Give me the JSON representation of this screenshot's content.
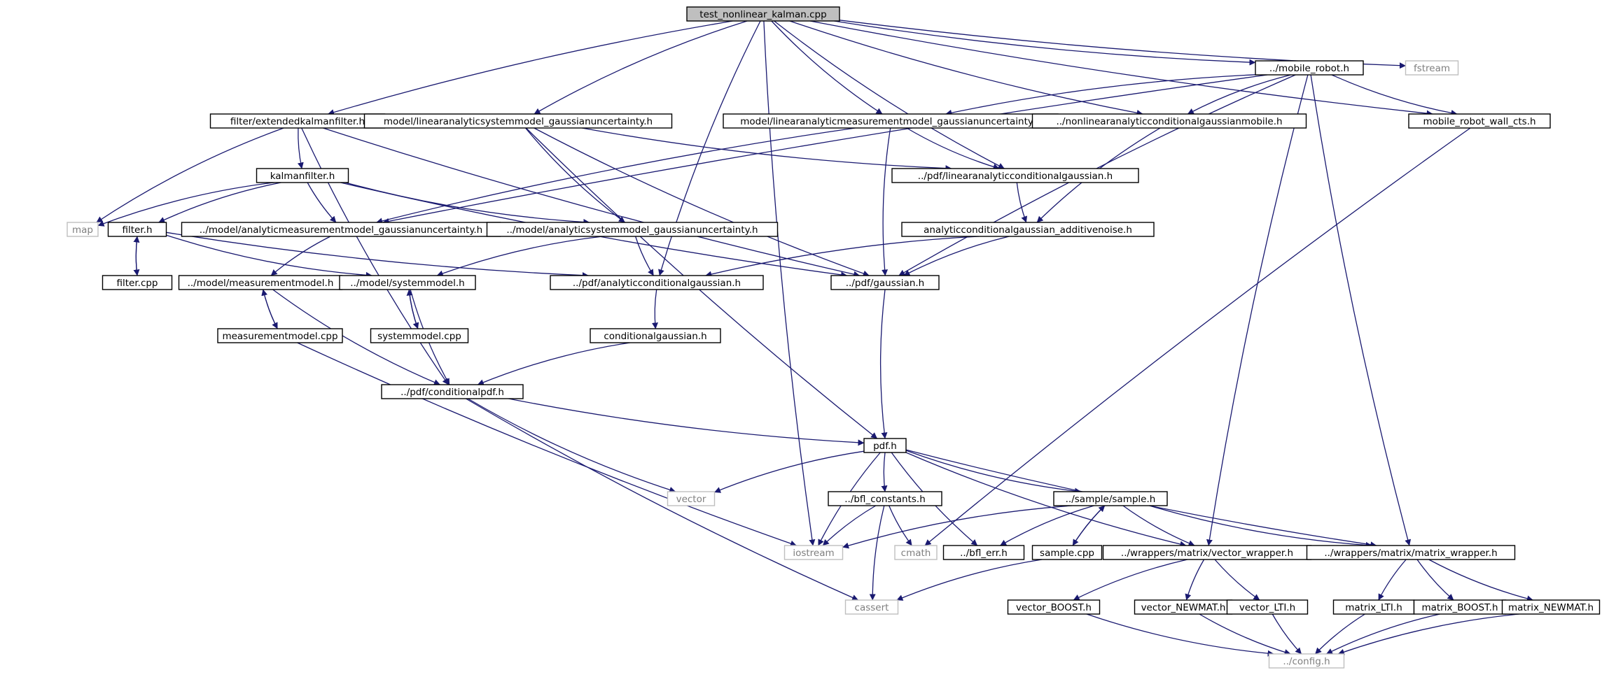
{
  "nodes": [
    {
      "id": "test_nonlinear_kalman.cpp",
      "root": true
    },
    {
      "id": "../mobile_robot.h"
    },
    {
      "id": "fstream",
      "ext": true
    },
    {
      "id": "filter/extendedkalmanfilter.h"
    },
    {
      "id": "model/linearanalyticsystemmodel_gaussianuncertainty.h"
    },
    {
      "id": "model/linearanalyticmeasurementmodel_gaussianuncertainty.h"
    },
    {
      "id": "../nonlinearanalyticconditionalgaussianmobile.h"
    },
    {
      "id": "mobile_robot_wall_cts.h"
    },
    {
      "id": "kalmanfilter.h"
    },
    {
      "id": "../pdf/linearanalyticconditionalgaussian.h"
    },
    {
      "id": "map",
      "ext": true
    },
    {
      "id": "filter.h"
    },
    {
      "id": "../model/analyticmeasurementmodel_gaussianuncertainty.h"
    },
    {
      "id": "../model/analyticsystemmodel_gaussianuncertainty.h"
    },
    {
      "id": "analyticconditionalgaussian_additivenoise.h"
    },
    {
      "id": "filter.cpp"
    },
    {
      "id": "../model/measurementmodel.h"
    },
    {
      "id": "../model/systemmodel.h"
    },
    {
      "id": "../pdf/analyticconditionalgaussian.h"
    },
    {
      "id": "../pdf/gaussian.h"
    },
    {
      "id": "measurementmodel.cpp"
    },
    {
      "id": "systemmodel.cpp"
    },
    {
      "id": "conditionalgaussian.h"
    },
    {
      "id": "../pdf/conditionalpdf.h"
    },
    {
      "id": "pdf.h"
    },
    {
      "id": "vector",
      "ext": true
    },
    {
      "id": "../bfl_constants.h"
    },
    {
      "id": "../sample/sample.h"
    },
    {
      "id": "iostream",
      "ext": true
    },
    {
      "id": "cmath",
      "ext": true
    },
    {
      "id": "../bfl_err.h"
    },
    {
      "id": "sample.cpp"
    },
    {
      "id": "../wrappers/matrix/vector_wrapper.h"
    },
    {
      "id": "../wrappers/matrix/matrix_wrapper.h"
    },
    {
      "id": "cassert",
      "ext": true
    },
    {
      "id": "vector_BOOST.h"
    },
    {
      "id": "vector_NEWMAT.h"
    },
    {
      "id": "vector_LTI.h"
    },
    {
      "id": "matrix_LTI.h"
    },
    {
      "id": "matrix_BOOST.h"
    },
    {
      "id": "matrix_NEWMAT.h"
    },
    {
      "id": "../config.h",
      "ext": true
    }
  ],
  "edges": [
    [
      "test_nonlinear_kalman.cpp",
      "../mobile_robot.h"
    ],
    [
      "test_nonlinear_kalman.cpp",
      "fstream"
    ],
    [
      "test_nonlinear_kalman.cpp",
      "mobile_robot_wall_cts.h"
    ],
    [
      "test_nonlinear_kalman.cpp",
      "filter/extendedkalmanfilter.h"
    ],
    [
      "test_nonlinear_kalman.cpp",
      "model/linearanalyticsystemmodel_gaussianuncertainty.h"
    ],
    [
      "test_nonlinear_kalman.cpp",
      "model/linearanalyticmeasurementmodel_gaussianuncertainty.h"
    ],
    [
      "test_nonlinear_kalman.cpp",
      "../nonlinearanalyticconditionalgaussianmobile.h"
    ],
    [
      "test_nonlinear_kalman.cpp",
      "../pdf/linearanalyticconditionalgaussian.h"
    ],
    [
      "test_nonlinear_kalman.cpp",
      "../pdf/analyticconditionalgaussian.h"
    ],
    [
      "test_nonlinear_kalman.cpp",
      "iostream"
    ],
    [
      "../mobile_robot.h",
      "mobile_robot_wall_cts.h"
    ],
    [
      "../mobile_robot.h",
      "model/linearanalyticmeasurementmodel_gaussianuncertainty.h"
    ],
    [
      "../mobile_robot.h",
      "../nonlinearanalyticconditionalgaussianmobile.h"
    ],
    [
      "../mobile_robot.h",
      "../model/analyticmeasurementmodel_gaussianuncertainty.h"
    ],
    [
      "../mobile_robot.h",
      "../pdf/gaussian.h"
    ],
    [
      "../mobile_robot.h",
      "../wrappers/matrix/vector_wrapper.h"
    ],
    [
      "../mobile_robot.h",
      "../wrappers/matrix/matrix_wrapper.h"
    ],
    [
      "mobile_robot_wall_cts.h",
      "cmath"
    ],
    [
      "filter/extendedkalmanfilter.h",
      "kalmanfilter.h"
    ],
    [
      "filter/extendedkalmanfilter.h",
      "map"
    ],
    [
      "filter/extendedkalmanfilter.h",
      "../pdf/conditionalpdf.h"
    ],
    [
      "filter/extendedkalmanfilter.h",
      "../pdf/gaussian.h"
    ],
    [
      "model/linearanalyticsystemmodel_gaussianuncertainty.h",
      "../pdf/linearanalyticconditionalgaussian.h"
    ],
    [
      "model/linearanalyticsystemmodel_gaussianuncertainty.h",
      "../model/analyticsystemmodel_gaussianuncertainty.h"
    ],
    [
      "model/linearanalyticsystemmodel_gaussianuncertainty.h",
      "../pdf/gaussian.h"
    ],
    [
      "model/linearanalyticsystemmodel_gaussianuncertainty.h",
      "pdf.h"
    ],
    [
      "model/linearanalyticmeasurementmodel_gaussianuncertainty.h",
      "../pdf/linearanalyticconditionalgaussian.h"
    ],
    [
      "model/linearanalyticmeasurementmodel_gaussianuncertainty.h",
      "../model/analyticmeasurementmodel_gaussianuncertainty.h"
    ],
    [
      "model/linearanalyticmeasurementmodel_gaussianuncertainty.h",
      "../pdf/gaussian.h"
    ],
    [
      "../nonlinearanalyticconditionalgaussianmobile.h",
      "analyticconditionalgaussian_additivenoise.h"
    ],
    [
      "kalmanfilter.h",
      "map"
    ],
    [
      "kalmanfilter.h",
      "filter.h"
    ],
    [
      "kalmanfilter.h",
      "../model/analyticmeasurementmodel_gaussianuncertainty.h"
    ],
    [
      "kalmanfilter.h",
      "../model/analyticsystemmodel_gaussianuncertainty.h"
    ],
    [
      "kalmanfilter.h",
      "../pdf/gaussian.h"
    ],
    [
      "../pdf/linearanalyticconditionalgaussian.h",
      "analyticconditionalgaussian_additivenoise.h"
    ],
    [
      "filter.h",
      "filter.cpp"
    ],
    [
      "filter.cpp",
      "filter.h"
    ],
    [
      "filter.h",
      "../model/systemmodel.h"
    ],
    [
      "filter.h",
      "../pdf/analyticconditionalgaussian.h"
    ],
    [
      "../model/analyticmeasurementmodel_gaussianuncertainty.h",
      "../model/measurementmodel.h"
    ],
    [
      "../model/analyticsystemmodel_gaussianuncertainty.h",
      "../model/systemmodel.h"
    ],
    [
      "../model/analyticsystemmodel_gaussianuncertainty.h",
      "../pdf/analyticconditionalgaussian.h"
    ],
    [
      "analyticconditionalgaussian_additivenoise.h",
      "../pdf/analyticconditionalgaussian.h"
    ],
    [
      "analyticconditionalgaussian_additivenoise.h",
      "../pdf/gaussian.h"
    ],
    [
      "../model/measurementmodel.h",
      "measurementmodel.cpp"
    ],
    [
      "measurementmodel.cpp",
      "../model/measurementmodel.h"
    ],
    [
      "../model/measurementmodel.h",
      "../pdf/conditionalpdf.h"
    ],
    [
      "../model/systemmodel.h",
      "systemmodel.cpp"
    ],
    [
      "systemmodel.cpp",
      "../model/systemmodel.h"
    ],
    [
      "../model/systemmodel.h",
      "../pdf/conditionalpdf.h"
    ],
    [
      "../pdf/analyticconditionalgaussian.h",
      "conditionalgaussian.h"
    ],
    [
      "../pdf/gaussian.h",
      "pdf.h"
    ],
    [
      "measurementmodel.cpp",
      "iostream"
    ],
    [
      "conditionalgaussian.h",
      "../pdf/conditionalpdf.h"
    ],
    [
      "../pdf/conditionalpdf.h",
      "pdf.h"
    ],
    [
      "../pdf/conditionalpdf.h",
      "vector"
    ],
    [
      "../pdf/conditionalpdf.h",
      "cassert"
    ],
    [
      "pdf.h",
      "vector"
    ],
    [
      "pdf.h",
      "iostream"
    ],
    [
      "pdf.h",
      "../bfl_constants.h"
    ],
    [
      "pdf.h",
      "../sample/sample.h"
    ],
    [
      "pdf.h",
      "../bfl_err.h"
    ],
    [
      "pdf.h",
      "../wrappers/matrix/vector_wrapper.h"
    ],
    [
      "pdf.h",
      "../wrappers/matrix/matrix_wrapper.h"
    ],
    [
      "../bfl_constants.h",
      "iostream"
    ],
    [
      "../bfl_constants.h",
      "cmath"
    ],
    [
      "../bfl_constants.h",
      "cassert"
    ],
    [
      "../sample/sample.h",
      "iostream"
    ],
    [
      "../sample/sample.h",
      "../bfl_err.h"
    ],
    [
      "../sample/sample.h",
      "sample.cpp"
    ],
    [
      "sample.cpp",
      "../sample/sample.h"
    ],
    [
      "../sample/sample.h",
      "../wrappers/matrix/vector_wrapper.h"
    ],
    [
      "../sample/sample.h",
      "../wrappers/matrix/matrix_wrapper.h"
    ],
    [
      "sample.cpp",
      "cassert"
    ],
    [
      "../wrappers/matrix/vector_wrapper.h",
      "vector_BOOST.h"
    ],
    [
      "../wrappers/matrix/vector_wrapper.h",
      "vector_NEWMAT.h"
    ],
    [
      "../wrappers/matrix/vector_wrapper.h",
      "vector_LTI.h"
    ],
    [
      "../wrappers/matrix/matrix_wrapper.h",
      "matrix_LTI.h"
    ],
    [
      "../wrappers/matrix/matrix_wrapper.h",
      "matrix_BOOST.h"
    ],
    [
      "../wrappers/matrix/matrix_wrapper.h",
      "matrix_NEWMAT.h"
    ],
    [
      "vector_BOOST.h",
      "../config.h"
    ],
    [
      "vector_NEWMAT.h",
      "../config.h"
    ],
    [
      "vector_LTI.h",
      "../config.h"
    ],
    [
      "matrix_LTI.h",
      "../config.h"
    ],
    [
      "matrix_BOOST.h",
      "../config.h"
    ],
    [
      "matrix_NEWMAT.h",
      "../config.h"
    ]
  ]
}
